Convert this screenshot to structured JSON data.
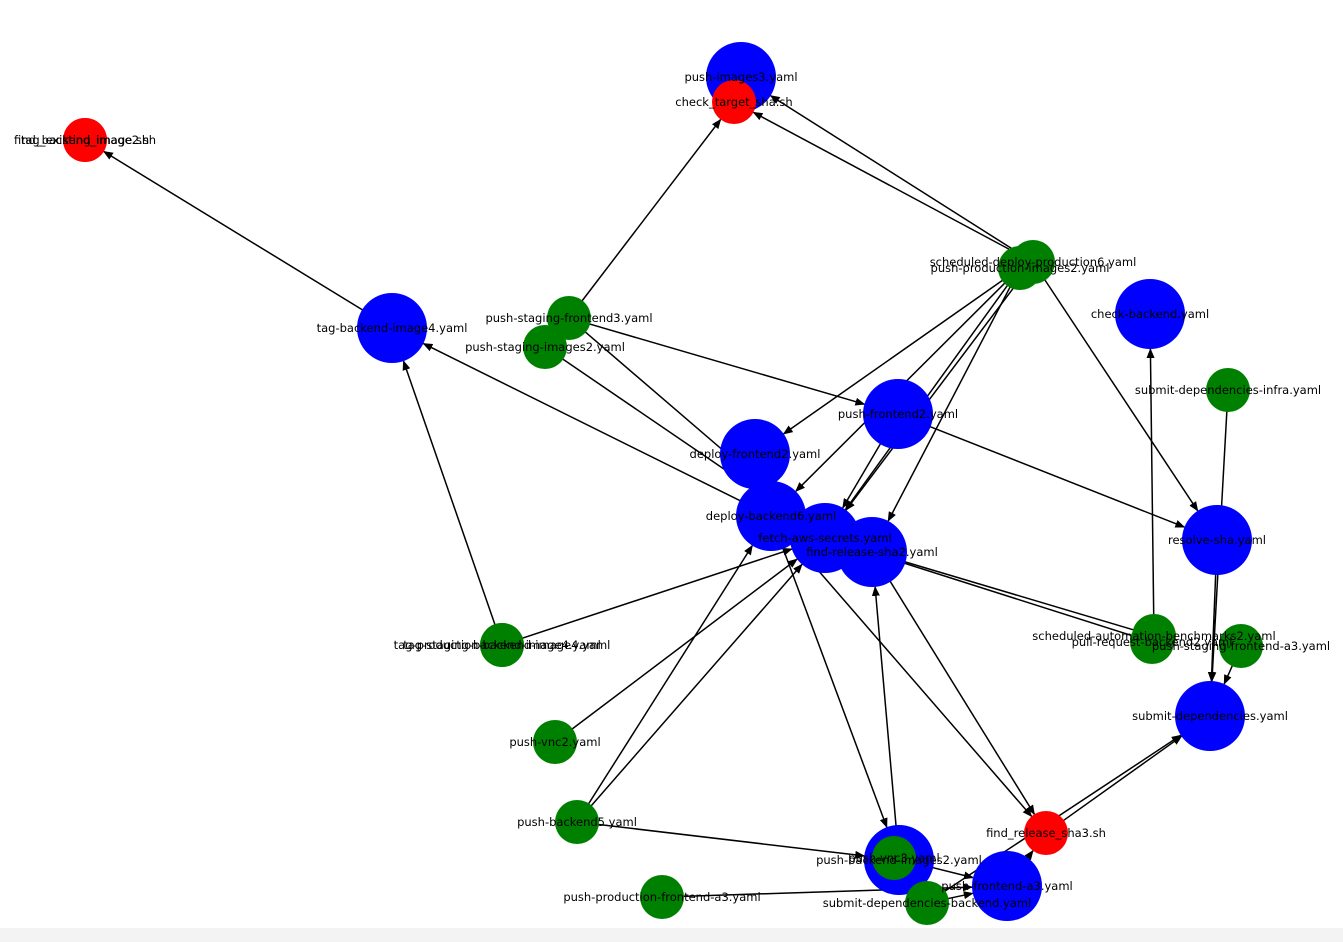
{
  "colors": {
    "blue": "#0000ff",
    "green": "#008000",
    "red": "#ff0000",
    "edge": "#000000"
  },
  "nodes": [
    {
      "id": "tag_existing_image.sh",
      "type": "red"
    },
    {
      "id": "find_backend_image2.sh",
      "type": "red"
    },
    {
      "id": "push-images3.yaml",
      "type": "blue"
    },
    {
      "id": "check_target_sha.sh",
      "type": "red"
    },
    {
      "id": "scheduled-deploy-production6.yaml",
      "type": "green"
    },
    {
      "id": "push-production-images2.yaml",
      "type": "green"
    },
    {
      "id": "check-backend.yaml",
      "type": "blue"
    },
    {
      "id": "tag-backend-image4.yaml",
      "type": "blue"
    },
    {
      "id": "push-staging-frontend3.yaml",
      "type": "green"
    },
    {
      "id": "push-staging-images2.yaml",
      "type": "green"
    },
    {
      "id": "submit-dependencies-infra.yaml",
      "type": "green"
    },
    {
      "id": "push-frontend2.yaml",
      "type": "blue"
    },
    {
      "id": "deploy-frontend2.yaml",
      "type": "blue"
    },
    {
      "id": "deploy-backend6.yaml",
      "type": "blue"
    },
    {
      "id": "fetch-aws-secrets.yaml",
      "type": "blue"
    },
    {
      "id": "find-release-sha2.yaml",
      "type": "blue"
    },
    {
      "id": "resolve-sha.yaml",
      "type": "blue"
    },
    {
      "id": "tag-production-backend-image4.yaml",
      "type": "green"
    },
    {
      "id": "tag-staging-backend-image4.yaml",
      "type": "green"
    },
    {
      "id": "scheduled-automation-benchmarks2.yaml",
      "type": "green"
    },
    {
      "id": "pull-request-backend2.yaml",
      "type": "green"
    },
    {
      "id": "push-staging-frontend-a3.yaml",
      "type": "green"
    },
    {
      "id": "submit-dependencies.yaml",
      "type": "blue"
    },
    {
      "id": "push-vnc2.yaml",
      "type": "green"
    },
    {
      "id": "push-backend5.yaml",
      "type": "green"
    },
    {
      "id": "find_release_sha3.sh",
      "type": "red"
    },
    {
      "id": "push-backend-images2.yaml",
      "type": "blue"
    },
    {
      "id": "push-vnc3.yaml",
      "type": "green"
    },
    {
      "id": "push-frontend-a3.yaml",
      "type": "blue"
    },
    {
      "id": "submit-dependencies-backend.yaml",
      "type": "green"
    },
    {
      "id": "push-production-frontend-a3.yaml",
      "type": "green"
    }
  ],
  "edges": [
    [
      "tag-backend-image4.yaml",
      "find_backend_image2.sh"
    ],
    [
      "push-staging-frontend3.yaml",
      "check_target_sha.sh"
    ],
    [
      "push-staging-frontend3.yaml",
      "push-frontend2.yaml"
    ],
    [
      "push-staging-frontend3.yaml",
      "fetch-aws-secrets.yaml"
    ],
    [
      "push-staging-images2.yaml",
      "fetch-aws-secrets.yaml"
    ],
    [
      "scheduled-deploy-production6.yaml",
      "push-images3.yaml"
    ],
    [
      "scheduled-deploy-production6.yaml",
      "check_target_sha.sh"
    ],
    [
      "scheduled-deploy-production6.yaml",
      "resolve-sha.yaml"
    ],
    [
      "scheduled-deploy-production6.yaml",
      "fetch-aws-secrets.yaml"
    ],
    [
      "push-production-images2.yaml",
      "deploy-frontend2.yaml"
    ],
    [
      "push-production-images2.yaml",
      "deploy-backend6.yaml"
    ],
    [
      "push-production-images2.yaml",
      "fetch-aws-secrets.yaml"
    ],
    [
      "push-production-images2.yaml",
      "find-release-sha2.yaml"
    ],
    [
      "push-frontend2.yaml",
      "resolve-sha.yaml"
    ],
    [
      "push-frontend2.yaml",
      "fetch-aws-secrets.yaml"
    ],
    [
      "deploy-backend6.yaml",
      "tag-backend-image4.yaml"
    ],
    [
      "deploy-backend6.yaml",
      "push-backend-images2.yaml"
    ],
    [
      "deploy-backend6.yaml",
      "find_release_sha3.sh"
    ],
    [
      "tag-staging-backend-image4.yaml",
      "tag-backend-image4.yaml"
    ],
    [
      "tag-production-backend-image4.yaml",
      "fetch-aws-secrets.yaml"
    ],
    [
      "scheduled-automation-benchmarks2.yaml",
      "check-backend.yaml"
    ],
    [
      "scheduled-automation-benchmarks2.yaml",
      "fetch-aws-secrets.yaml"
    ],
    [
      "pull-request-backend2.yaml",
      "fetch-aws-secrets.yaml"
    ],
    [
      "submit-dependencies-infra.yaml",
      "submit-dependencies.yaml"
    ],
    [
      "resolve-sha.yaml",
      "submit-dependencies.yaml"
    ],
    [
      "push-staging-frontend-a3.yaml",
      "submit-dependencies.yaml"
    ],
    [
      "push-vnc2.yaml",
      "fetch-aws-secrets.yaml"
    ],
    [
      "push-backend5.yaml",
      "deploy-backend6.yaml"
    ],
    [
      "push-backend5.yaml",
      "fetch-aws-secrets.yaml"
    ],
    [
      "push-backend5.yaml",
      "push-backend-images2.yaml"
    ],
    [
      "find-release-sha2.yaml",
      "find_release_sha3.sh"
    ],
    [
      "push-backend-images2.yaml",
      "find-release-sha2.yaml"
    ],
    [
      "find_release_sha3.sh",
      "submit-dependencies.yaml"
    ],
    [
      "submit-dependencies-backend.yaml",
      "submit-dependencies.yaml"
    ],
    [
      "submit-dependencies-backend.yaml",
      "push-frontend-a3.yaml"
    ],
    [
      "push-production-frontend-a3.yaml",
      "push-frontend-a3.yaml"
    ],
    [
      "push-frontend-a3.yaml",
      "find_release_sha3.sh"
    ],
    [
      "push-vnc3.yaml",
      "push-frontend-a3.yaml"
    ]
  ]
}
